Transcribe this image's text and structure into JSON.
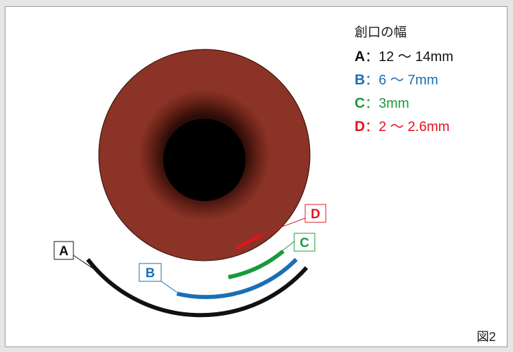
{
  "legend": {
    "title": "創口の幅",
    "items": [
      {
        "key": "A",
        "sep": "：",
        "value": "12 ～ 14mm",
        "color": "#111111"
      },
      {
        "key": "B",
        "sep": "：",
        "value": "6 ～ 7mm",
        "color": "#1a6fb5"
      },
      {
        "key": "C",
        "sep": "：",
        "value": "3mm",
        "color": "#1a9a3a"
      },
      {
        "key": "D",
        "sep": "：",
        "value": "2 ～ 2.6mm",
        "color": "#e0141e"
      }
    ]
  },
  "callouts": {
    "a": "A",
    "b": "B",
    "c": "C",
    "d": "D"
  },
  "figure_label": "図2",
  "colors": {
    "iris": "#8b3326",
    "pupil": "#000000",
    "arc_a": "#111111",
    "arc_b": "#1a6fb5",
    "arc_c": "#1a9a3a",
    "arc_d": "#e0141e"
  }
}
